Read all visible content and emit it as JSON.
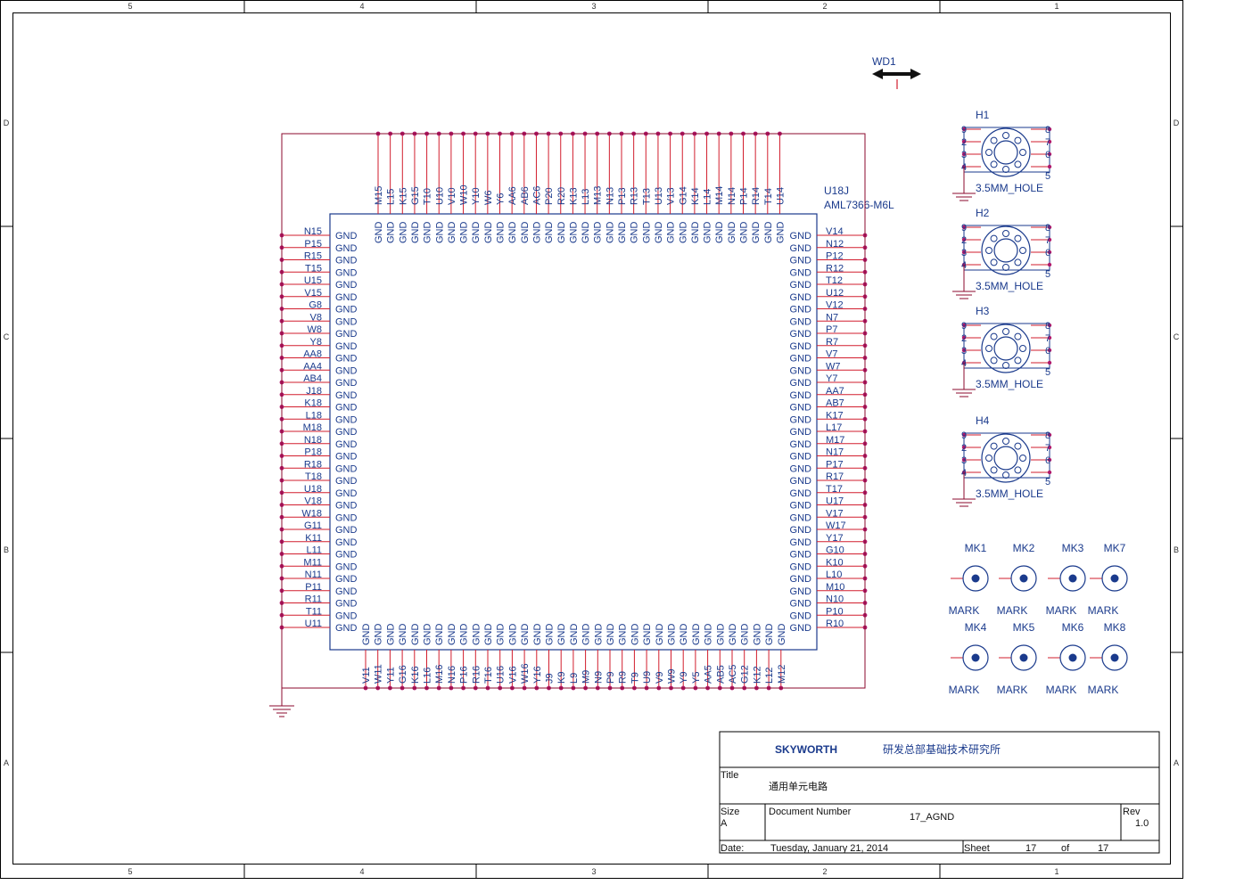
{
  "zones": {
    "cols": [
      "5",
      "4",
      "3",
      "2",
      "1"
    ],
    "rows": [
      "D",
      "C",
      "B",
      "A"
    ]
  },
  "colors": {
    "wire": "#8b0a2e",
    "part": "#1a3a8c",
    "pin": "#b0196b",
    "border": "#000000"
  },
  "chip": {
    "ref": "U18J",
    "value": "AML7366-M6L",
    "gnd_label": "GND",
    "top_pins": [
      "M15",
      "L15",
      "K15",
      "G15",
      "T10",
      "U10",
      "V10",
      "W10",
      "Y10",
      "W6",
      "Y6",
      "AA6",
      "AB6",
      "AC6",
      "P20",
      "R20",
      "K13",
      "L13",
      "M13",
      "N13",
      "P13",
      "R13",
      "T13",
      "U13",
      "V13",
      "G14",
      "K14",
      "L14",
      "M14",
      "N14",
      "P14",
      "R14",
      "T14",
      "U14"
    ],
    "bottom_pins": [
      "V11",
      "W11",
      "Y11",
      "G16",
      "K16",
      "L16",
      "M16",
      "N16",
      "P16",
      "R16",
      "T16",
      "U16",
      "V16",
      "W16",
      "Y16",
      "J9",
      "K9",
      "L9",
      "M9",
      "N9",
      "P9",
      "R9",
      "T9",
      "U9",
      "V9",
      "W9",
      "Y9",
      "Y5",
      "AA5",
      "AB5",
      "AC5",
      "G12",
      "K12",
      "L12",
      "M12"
    ],
    "left_pins": [
      "N15",
      "P15",
      "R15",
      "T15",
      "U15",
      "V15",
      "G8",
      "V8",
      "W8",
      "Y8",
      "AA8",
      "AA4",
      "AB4",
      "J18",
      "K18",
      "L18",
      "M18",
      "N18",
      "P18",
      "R18",
      "T18",
      "U18",
      "V18",
      "W18",
      "G11",
      "K11",
      "L11",
      "M11",
      "N11",
      "P11",
      "R11",
      "T11",
      "U11"
    ],
    "right_pins": [
      "V14",
      "N12",
      "P12",
      "R12",
      "T12",
      "U12",
      "V12",
      "N7",
      "P7",
      "R7",
      "V7",
      "W7",
      "Y7",
      "AA7",
      "AB7",
      "K17",
      "L17",
      "M17",
      "N17",
      "P17",
      "R17",
      "T17",
      "U17",
      "V17",
      "W17",
      "Y17",
      "G10",
      "K10",
      "L10",
      "M10",
      "N10",
      "P10",
      "R10"
    ]
  },
  "wd1": "WD1",
  "holes": [
    {
      "ref": "H1",
      "value": "3.5MM_HOLE"
    },
    {
      "ref": "H2",
      "value": "3.5MM_HOLE"
    },
    {
      "ref": "H3",
      "value": "3.5MM_HOLE"
    },
    {
      "ref": "H4",
      "value": "3.5MM_HOLE"
    }
  ],
  "hole_pins": {
    "left": [
      "9",
      "2",
      "3",
      "4"
    ],
    "right": [
      "8",
      "7",
      "6",
      "5"
    ]
  },
  "marks": [
    {
      "ref": "MK1",
      "value": "MARK"
    },
    {
      "ref": "MK2",
      "value": "MARK"
    },
    {
      "ref": "MK3",
      "value": "MARK"
    },
    {
      "ref": "MK7",
      "value": "MARK"
    },
    {
      "ref": "MK4",
      "value": "MARK"
    },
    {
      "ref": "MK5",
      "value": "MARK"
    },
    {
      "ref": "MK6",
      "value": "MARK"
    },
    {
      "ref": "MK8",
      "value": "MARK"
    }
  ],
  "title_block": {
    "company": "SKYWORTH",
    "department": "研发总部基础技术研究所",
    "title_label": "Title",
    "title": "通用单元电路",
    "size_label": "Size",
    "size": "A",
    "doc_label": "Document Number",
    "doc": "17_AGND",
    "rev_label": "Rev",
    "rev": "1.0",
    "date_label": "Date:",
    "date": "Tuesday, January 21, 2014",
    "sheet_label": "Sheet",
    "sheet": "17",
    "of_label": "of",
    "of": "17"
  }
}
